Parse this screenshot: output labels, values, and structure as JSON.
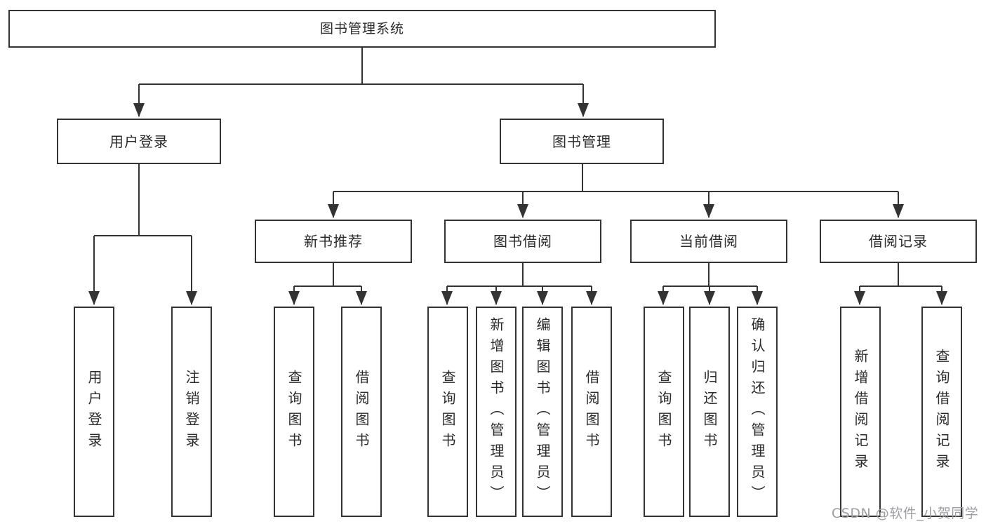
{
  "diagram": {
    "title": "图书管理系统",
    "nodes": {
      "root": {
        "label": "图书管理系统"
      },
      "user_login": {
        "label": "用户登录"
      },
      "book_mgmt": {
        "label": "图书管理"
      },
      "new_book_rec": {
        "label": "新书推荐"
      },
      "book_borrow": {
        "label": "图书借阅"
      },
      "current_borrow": {
        "label": "当前借阅"
      },
      "borrow_record": {
        "label": "借阅记录"
      },
      "leaf_user_login": {
        "label": "用户登录"
      },
      "leaf_logout": {
        "label": "注销登录"
      },
      "leaf_query_book_rec": {
        "label": "查询图书"
      },
      "leaf_borrow_book_rec": {
        "label": "借阅图书"
      },
      "leaf_query_book_borrow": {
        "label": "查询图书"
      },
      "leaf_add_book": {
        "label": "新增图书（管理员）"
      },
      "leaf_edit_book": {
        "label": "编辑图书（管理员）"
      },
      "leaf_borrow_book": {
        "label": "借阅图书"
      },
      "leaf_query_book_current": {
        "label": "查询图书"
      },
      "leaf_return_book": {
        "label": "归还图书"
      },
      "leaf_confirm_return": {
        "label": "确认归还（管理员）"
      },
      "leaf_add_borrow_record": {
        "label": "新增借阅记录"
      },
      "leaf_query_borrow_record": {
        "label": "查询借阅记录"
      }
    },
    "structure": {
      "图书管理系统": {
        "用户登录": [
          "用户登录",
          "注销登录"
        ],
        "图书管理": {
          "新书推荐": [
            "查询图书",
            "借阅图书"
          ],
          "图书借阅": [
            "查询图书",
            "新增图书（管理员）",
            "编辑图书（管理员）",
            "借阅图书"
          ],
          "当前借阅": [
            "查询图书",
            "归还图书",
            "确认归还（管理员）"
          ],
          "借阅记录": [
            "新增借阅记录",
            "查询借阅记录"
          ]
        }
      }
    },
    "colors": {
      "line": "#333333",
      "box_border": "#333333",
      "text": "#2b2b2b",
      "background": "#ffffff",
      "watermark": "#9d9da2"
    }
  },
  "watermark": {
    "text": "CSDN @软件_小贺同学"
  }
}
